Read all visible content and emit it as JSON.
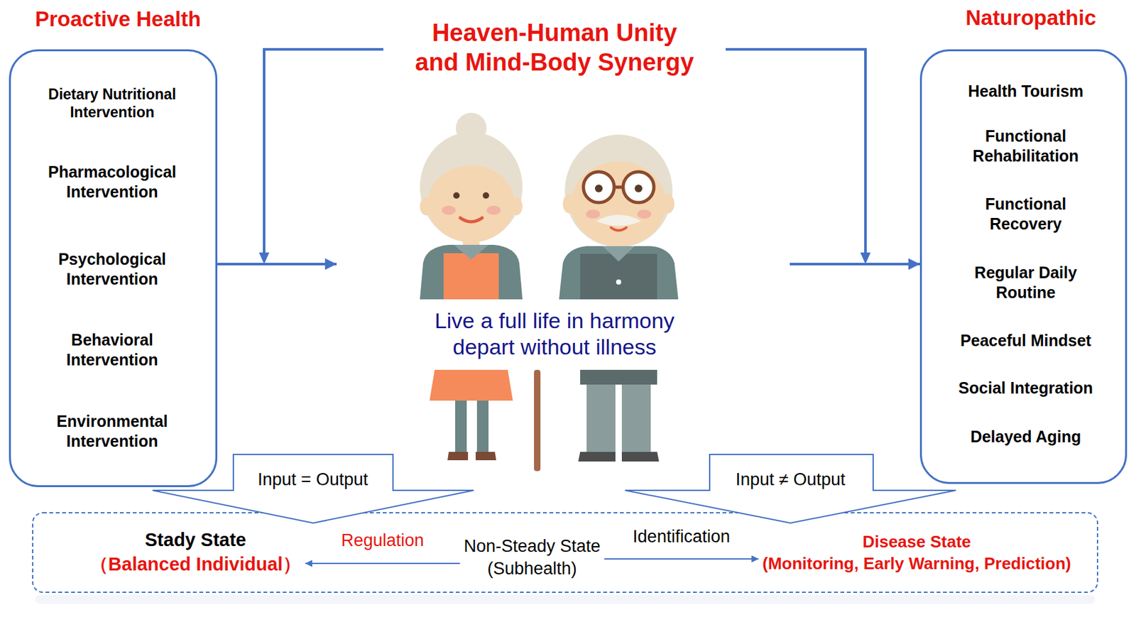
{
  "diagram": {
    "title": "Heaven-Human Unity and Mind-Body Synergy",
    "nodes": [
      {
        "text": [
          "Proactive Health",
          "Dietary Nutritional Intervention",
          "Pharmacological Intervention",
          "Psychological Intervention",
          "Behavioral Intervention",
          "Environmental Intervention"
        ]
      },
      {
        "text": [
          "Live a full life in harmony depart without illness"
        ]
      },
      {
        "text": [
          "Naturopathic",
          "Health Tourism",
          "Functional Rehabilitation",
          "Functional Recovery",
          "Regular Daily Routine",
          "Peaceful Mindset",
          "Social Integration",
          "Delayed Aging"
        ]
      },
      {
        "text": [
          "Input = Output"
        ]
      },
      {
        "text": [
          "Input ≠ Output"
        ]
      },
      {
        "text": [
          "Stady State",
          "（Balanced Individual）"
        ]
      },
      {
        "text": [
          "Non-Steady State",
          "(Subhealth)"
        ]
      },
      {
        "text": [
          "Disease State",
          "(Monitoring, Early Warning, Prediction)"
        ]
      }
    ],
    "edges": [
      {
        "from": 0,
        "to": 1,
        "arrow": "to"
      },
      {
        "from": 1,
        "to": 2,
        "arrow": "to"
      },
      {
        "from": 6,
        "to": 5,
        "label": "Regulation",
        "arrow": "to"
      },
      {
        "from": 6,
        "to": 7,
        "label": "Identification",
        "arrow": "to"
      }
    ]
  }
}
